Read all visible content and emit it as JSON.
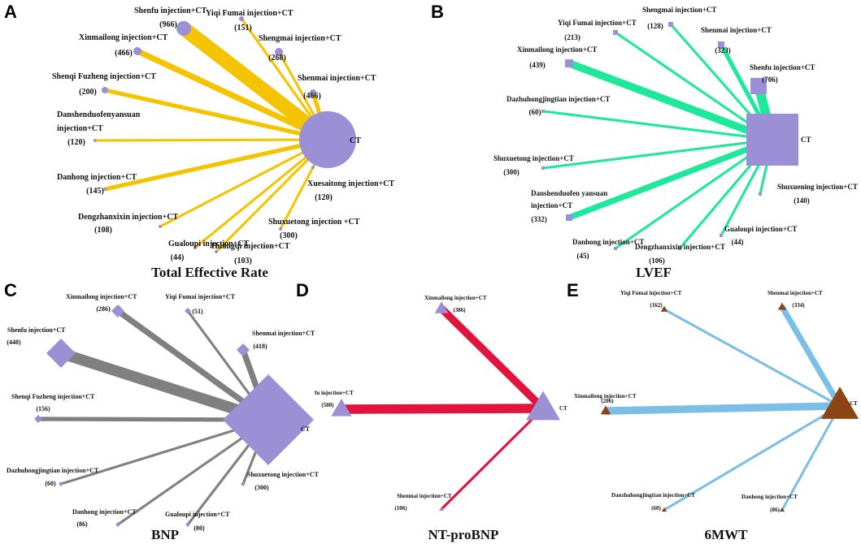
{
  "panels": [
    {
      "id": "A",
      "title": "Total Effective Rate",
      "marker": "circle",
      "edge_color": "#f5c400",
      "node_color": "#9b8fd6",
      "hub": {
        "name": "CT"
      },
      "nodes": [
        {
          "name": "Shenfu injection+CT",
          "n": 966,
          "trials": 8
        },
        {
          "name": "Yiqi Fumai injection+CT",
          "n": 151,
          "trials": 1
        },
        {
          "name": "Shengmai injection+CT",
          "n": 268,
          "trials": 1
        },
        {
          "name": "Xinmailong injection+CT",
          "n": 466,
          "trials": 3
        },
        {
          "name": "Shenmai injection+CT",
          "n": 466,
          "trials": 2
        },
        {
          "name": "Shenqi Fuzheng injection+CT",
          "n": 200,
          "trials": 2
        },
        {
          "name": "Danshenduofenyansuan injection+CT",
          "n": 120,
          "trials": 1
        },
        {
          "name": "Danhong injection+CT",
          "n": 145,
          "trials": 2
        },
        {
          "name": "Xuesaitong injection+CT",
          "n": 120,
          "trials": 1
        },
        {
          "name": "Dengzhanxixin injection+CT",
          "n": 108,
          "trials": 1
        },
        {
          "name": "Shuxuetong injection +CT",
          "n": 300,
          "trials": 1
        },
        {
          "name": "Gualoupi injection+CT",
          "n": 44,
          "trials": 1
        },
        {
          "name": "Huangqi injection+CT",
          "n": 103,
          "trials": 1
        }
      ]
    },
    {
      "id": "B",
      "title": "LVEF",
      "marker": "square",
      "edge_color": "#1ee89a",
      "node_color": "#9b8fd6",
      "hub": {
        "name": "CT"
      },
      "nodes": [
        {
          "name": "Yiqi Fumai injection+CT",
          "n": 213,
          "trials": 1
        },
        {
          "name": "Shengmai injection+CT",
          "n": 128,
          "trials": 1
        },
        {
          "name": "Shenmai injection+CT",
          "n": 323,
          "trials": 2
        },
        {
          "name": "Xinmailong injection+CT",
          "n": 439,
          "trials": 4
        },
        {
          "name": "Shenfu injection+CT",
          "n": 706,
          "trials": 5
        },
        {
          "name": "Dazhuhongjingtian injection+CT",
          "n": 60,
          "trials": 1
        },
        {
          "name": "Shuxuetong injection+CT",
          "n": 300,
          "trials": 1
        },
        {
          "name": "Danshenduofen yansuan injection+CT",
          "n": 332,
          "trials": 3
        },
        {
          "name": "Shuxuening injection+CT",
          "n": 140,
          "trials": 1
        },
        {
          "name": "Gualoupi injection+CT",
          "n": 44,
          "trials": 1
        },
        {
          "name": "Danhong injection+CT",
          "n": 45,
          "trials": 1
        },
        {
          "name": "Dengzhanxixin injection+CT",
          "n": 106,
          "trials": 1
        }
      ]
    },
    {
      "id": "C",
      "title": "BNP",
      "marker": "diamond",
      "edge_color": "#808080",
      "node_color": "#9b8fd6",
      "hub": {
        "name": "CT"
      },
      "nodes": [
        {
          "name": "Xinmailong injection+CT",
          "n": 286,
          "trials": 3
        },
        {
          "name": "Yiqi Fumai injection+CT",
          "n": 51,
          "trials": 1
        },
        {
          "name": "Shenfu injection+CT",
          "n": 448,
          "trials": 6
        },
        {
          "name": "Shenmai injection+CT",
          "n": 418,
          "trials": 3
        },
        {
          "name": "Shenqi Fuzheng injection+CT",
          "n": 156,
          "trials": 2
        },
        {
          "name": "Dazhuhongjingtian injection+CT",
          "n": 60,
          "trials": 1
        },
        {
          "name": "Shuxuetong injection+CT",
          "n": 300,
          "trials": 1
        },
        {
          "name": "Danhong injection+CT",
          "n": 86,
          "trials": 1
        },
        {
          "name": "Gualoupi injection+CT",
          "n": 80,
          "trials": 1
        }
      ]
    },
    {
      "id": "D",
      "title": "NT-proBNP",
      "marker": "triangle",
      "edge_color": "#e0143c",
      "node_color": "#9b8fd6",
      "hub": {
        "name": "CT"
      },
      "nodes": [
        {
          "name": "Xinmailong injection+CT",
          "n": 386,
          "trials": 4
        },
        {
          "name": "fu injection+CT",
          "n": 508,
          "trials": 5
        },
        {
          "name": "Shenmai injection+CT",
          "n": 106,
          "trials": 1
        }
      ]
    },
    {
      "id": "E",
      "title": "6MWT",
      "marker": "triangle",
      "edge_color": "#7bbfe6",
      "node_color": "#8b4513",
      "hub": {
        "name": "CT"
      },
      "nodes": [
        {
          "name": "Yiqi Fumai injection+CT",
          "n": 162,
          "trials": 1
        },
        {
          "name": "Shenmai injection+CT",
          "n": 334,
          "trials": 3
        },
        {
          "name": "Xinmailong injection+CT",
          "n": 206,
          "trials": 4
        },
        {
          "name": "Danzhuhongjingtian injection+CT",
          "n": 60,
          "trials": 1
        },
        {
          "name": "Danhong injection+CT",
          "n": 86,
          "trials": 1
        }
      ]
    }
  ]
}
